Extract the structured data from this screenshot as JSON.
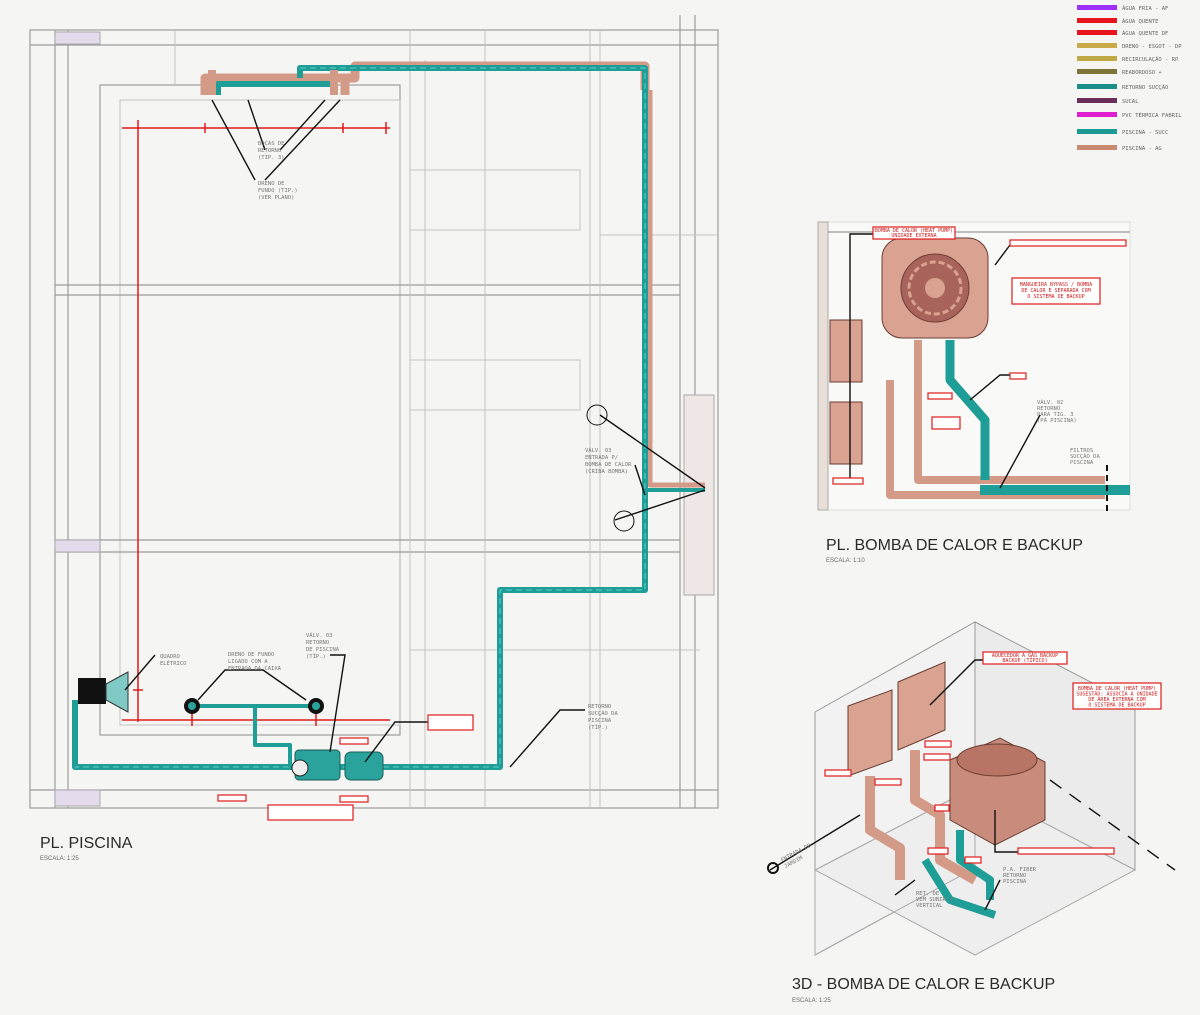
{
  "legend": [
    {
      "label": "ÁGUA FRIA - AF",
      "color": "#9b30ff"
    },
    {
      "label": "ÁGUA QUENTE",
      "color": "#e8141e"
    },
    {
      "label": "ÁGUA QUENTE DF",
      "color": "#e8141e"
    },
    {
      "label": "DRENO - ESGOT - DP",
      "color": "#c9a94a"
    },
    {
      "label": "RECIRCULAÇÃO - RP",
      "color": "#bfa845"
    },
    {
      "label": "REABORDOSO +",
      "color": "#7d7437"
    },
    {
      "label": "RETORNO SUCÇÃO",
      "color": "#1a8f8a"
    },
    {
      "label": "SUCAL",
      "color": "#6b2e5a"
    },
    {
      "label": "PVC TÉRMICA FABRIL",
      "color": "#e020d0"
    },
    {
      "label": "PISCINA - SUCC",
      "color": "#1a9a90"
    },
    {
      "label": "PISCINA - AG",
      "color": "#c98870"
    }
  ],
  "colors": {
    "pipe_pool": "#1f9d97",
    "pipe_copper": "#d39a88",
    "dimension": "#e01b1b",
    "equipment": "#d9a291"
  },
  "plan_pool": {
    "title": "PL. PISCINA",
    "scale": "ESCALA: 1:25",
    "notes": {
      "return_inlets": [
        "BOCAS DE",
        "RETORNO",
        "(TIP. 3)"
      ],
      "floor_drain": [
        "DRENO DE",
        "FUNDO (TIP.)",
        "(VER PLANO)"
      ],
      "panel": [
        "QUADRO",
        "ELÉTRICO"
      ],
      "floor_drain_link": [
        "DRENO DE FUNDO",
        "LIGADO COM A",
        "ENTRADA DA CAIXA"
      ],
      "valve_return": [
        "VÁLV. 03",
        "RETORNO",
        "DE PISCINA",
        "(TÍP.)"
      ],
      "valve_heat": [
        "VÁLV. 03",
        "ENTRADA P/",
        "BOMBA DE CALOR",
        "(CRIBA BOMBA)"
      ],
      "suction_return": [
        "RETORNO",
        "SUCÇÃO DA",
        "PISCINA",
        "(TÍP.)"
      ]
    }
  },
  "plan_heat": {
    "title": "PL. BOMBA DE CALOR E BACKUP",
    "scale": "ESCALA: 1:10",
    "notes": {
      "unit": [
        "BOMBA DE CALOR (HEAT PUMP)",
        "UNIDADE EXTERNA"
      ],
      "bypass": [
        "MANGUEIRA BYPASS / BOMBA",
        "DE CALOR E SEPARADA COM",
        "O SISTEMA DE BACKUP"
      ],
      "valve": [
        "VÁLV. 02",
        "RETORNO",
        "PARA TIG. 3",
        "(PÁ PISCINA)"
      ],
      "filter": [
        "FILTROS",
        "SUCÇÃO DA",
        "PISCINA"
      ]
    }
  },
  "view_3d": {
    "title": "3D - BOMBA DE CALOR E BACKUP",
    "scale": "ESCALA: 1:25",
    "notes": {
      "heat_pump": [
        "BOMBA DE CALOR (HEAT PUMP)",
        "SUGESTÃO: ASSOCIA A UNIDADE",
        "DE ÁREA EXTERNA COM",
        "O SISTEMA DE BACKUP"
      ],
      "heaters": [
        "AQUECEDOR A GÁS BACKUP",
        "BACKUP (TÍPICO)"
      ],
      "inlet": [
        "ENTRADA DO",
        "JARDIM"
      ],
      "pipe_a": [
        "RET. DE",
        "VEM SUBIR A",
        "VERTICAL"
      ],
      "pipe_b": [
        "P.A. FIBER",
        "RETORNO",
        "PISCINA"
      ]
    }
  }
}
